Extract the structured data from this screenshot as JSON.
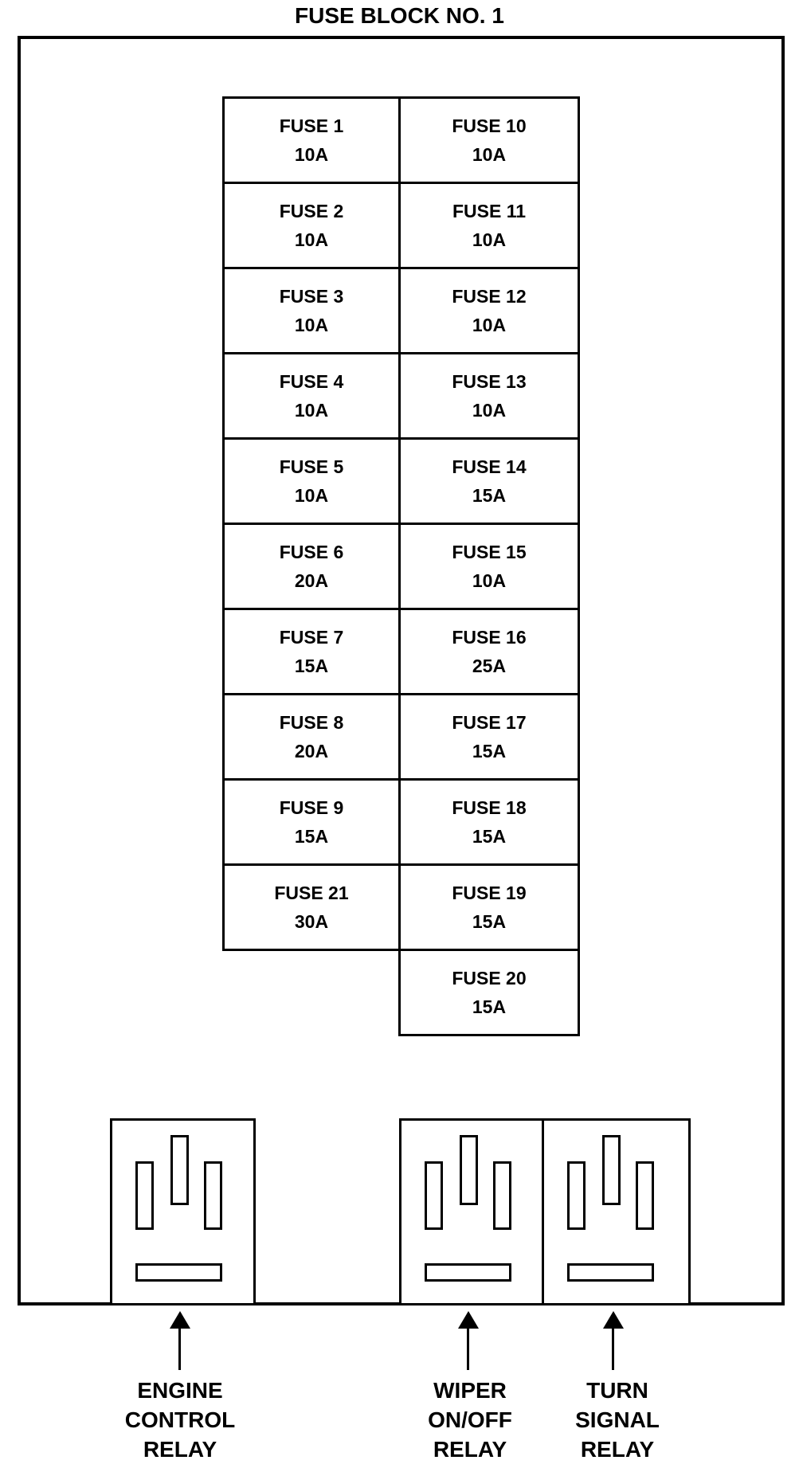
{
  "title": "FUSE BLOCK NO. 1",
  "colors": {
    "line": "#000000",
    "background": "#ffffff"
  },
  "fuse_columns": {
    "left": [
      {
        "label": "FUSE 1",
        "amperage": "10A"
      },
      {
        "label": "FUSE 2",
        "amperage": "10A"
      },
      {
        "label": "FUSE 3",
        "amperage": "10A"
      },
      {
        "label": "FUSE 4",
        "amperage": "10A"
      },
      {
        "label": "FUSE 5",
        "amperage": "10A"
      },
      {
        "label": "FUSE 6",
        "amperage": "20A"
      },
      {
        "label": "FUSE 7",
        "amperage": "15A"
      },
      {
        "label": "FUSE 8",
        "amperage": "20A"
      },
      {
        "label": "FUSE 9",
        "amperage": "15A"
      },
      {
        "label": "FUSE 21",
        "amperage": "30A"
      }
    ],
    "right": [
      {
        "label": "FUSE 10",
        "amperage": "10A"
      },
      {
        "label": "FUSE 11",
        "amperage": "10A"
      },
      {
        "label": "FUSE 12",
        "amperage": "10A"
      },
      {
        "label": "FUSE 13",
        "amperage": "10A"
      },
      {
        "label": "FUSE 14",
        "amperage": "15A"
      },
      {
        "label": "FUSE 15",
        "amperage": "10A"
      },
      {
        "label": "FUSE 16",
        "amperage": "25A"
      },
      {
        "label": "FUSE 17",
        "amperage": "15A"
      },
      {
        "label": "FUSE 18",
        "amperage": "15A"
      },
      {
        "label": "FUSE 19",
        "amperage": "15A"
      },
      {
        "label": "FUSE 20",
        "amperage": "15A"
      }
    ]
  },
  "relays": [
    {
      "label_lines": [
        "ENGINE",
        "CONTROL",
        "RELAY"
      ]
    },
    {
      "label_lines": [
        "WIPER",
        "ON/OFF",
        "RELAY"
      ]
    },
    {
      "label_lines": [
        "TURN",
        "SIGNAL",
        "RELAY"
      ]
    }
  ]
}
